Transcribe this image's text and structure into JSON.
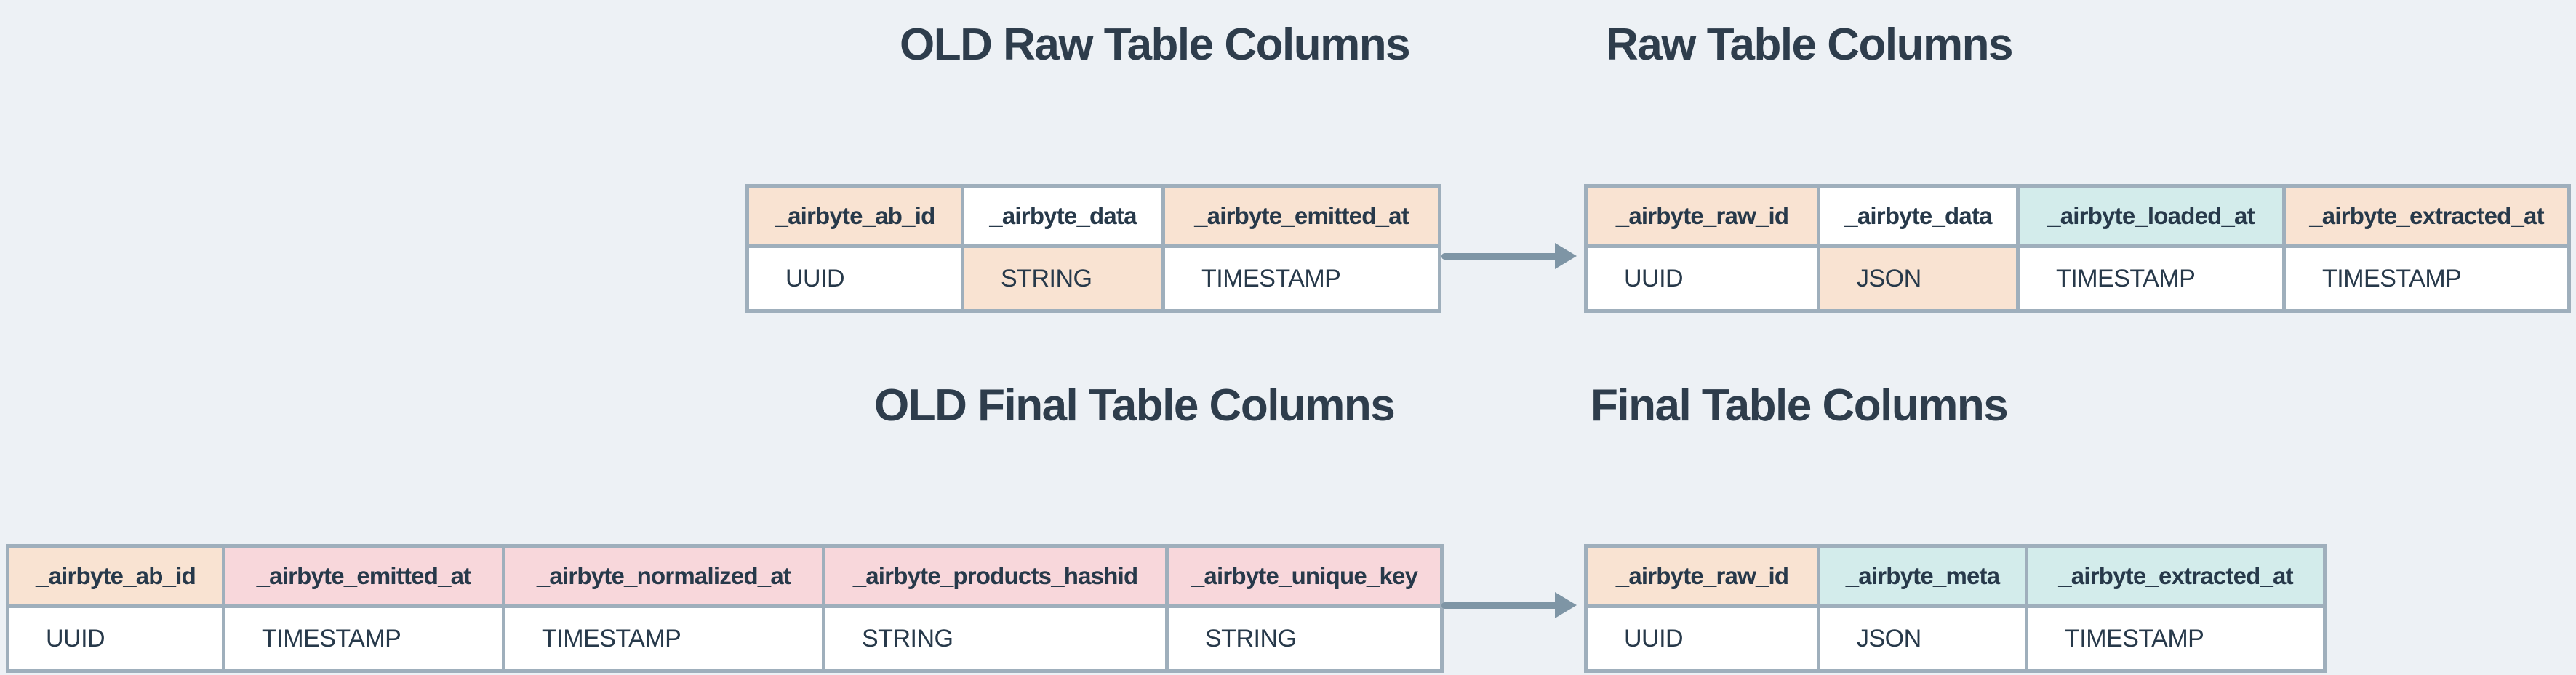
{
  "colors": {
    "peach": "#f9e3d2",
    "pink": "#f8d7db",
    "teal": "#d3eceb",
    "white": "#ffffff",
    "border": "#9fafbc",
    "arrow": "#7e95a5",
    "text": "#27394a",
    "background": "#edf1f5"
  },
  "titles": {
    "old_raw": "OLD Raw Table Columns",
    "raw": "Raw Table Columns",
    "old_final": "OLD Final Table Columns",
    "final": "Final Table Columns"
  },
  "tables": {
    "old_raw": {
      "columns": [
        {
          "name": "_airbyte_ab_id",
          "type": "UUID",
          "header_bg": "peach",
          "type_bg": "white"
        },
        {
          "name": "_airbyte_data",
          "type": "STRING",
          "header_bg": "white",
          "type_bg": "peach"
        },
        {
          "name": "_airbyte_emitted_at",
          "type": "TIMESTAMP",
          "header_bg": "peach",
          "type_bg": "white"
        }
      ]
    },
    "raw": {
      "columns": [
        {
          "name": "_airbyte_raw_id",
          "type": "UUID",
          "header_bg": "peach",
          "type_bg": "white"
        },
        {
          "name": "_airbyte_data",
          "type": "JSON",
          "header_bg": "white",
          "type_bg": "peach"
        },
        {
          "name": "_airbyte_loaded_at",
          "type": "TIMESTAMP",
          "header_bg": "teal",
          "type_bg": "white"
        },
        {
          "name": "_airbyte_extracted_at",
          "type": "TIMESTAMP",
          "header_bg": "peach",
          "type_bg": "white"
        }
      ]
    },
    "old_final": {
      "columns": [
        {
          "name": "_airbyte_ab_id",
          "type": "UUID",
          "header_bg": "peach",
          "type_bg": "white"
        },
        {
          "name": "_airbyte_emitted_at",
          "type": "TIMESTAMP",
          "header_bg": "pink",
          "type_bg": "white"
        },
        {
          "name": "_airbyte_normalized_at",
          "type": "TIMESTAMP",
          "header_bg": "pink",
          "type_bg": "white"
        },
        {
          "name": "_airbyte_products_hashid",
          "type": "STRING",
          "header_bg": "pink",
          "type_bg": "white"
        },
        {
          "name": "_airbyte_unique_key",
          "type": "STRING",
          "header_bg": "pink",
          "type_bg": "white"
        }
      ]
    },
    "final": {
      "columns": [
        {
          "name": "_airbyte_raw_id",
          "type": "UUID",
          "header_bg": "peach",
          "type_bg": "white"
        },
        {
          "name": "_airbyte_meta",
          "type": "JSON",
          "header_bg": "teal",
          "type_bg": "white"
        },
        {
          "name": "_airbyte_extracted_at",
          "type": "TIMESTAMP",
          "header_bg": "teal",
          "type_bg": "white"
        }
      ]
    }
  }
}
